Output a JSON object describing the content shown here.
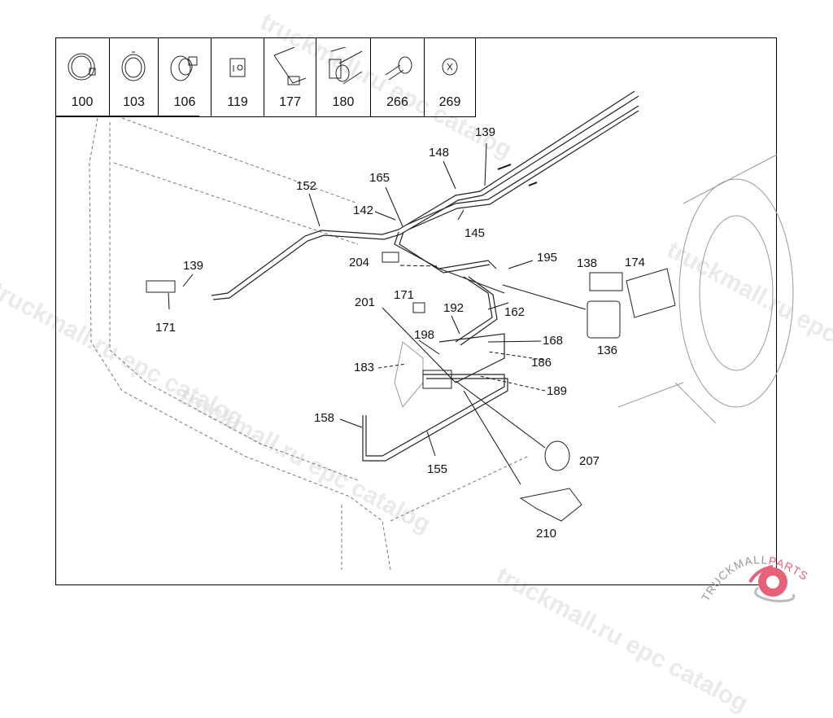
{
  "parts_strip": [
    {
      "number": "100",
      "icon": "hose-clamp-icon"
    },
    {
      "number": "103",
      "icon": "spring-clip-icon"
    },
    {
      "number": "106",
      "icon": "pipe-holder-icon"
    },
    {
      "number": "119",
      "icon": "clip-nut-icon"
    },
    {
      "number": "177",
      "icon": "cable-tie-icon"
    },
    {
      "number": "180",
      "icon": "bracket-clip-icon"
    },
    {
      "number": "266",
      "icon": "bolt-icon"
    },
    {
      "number": "269",
      "icon": "nut-icon"
    }
  ],
  "callouts": {
    "c139_top": "139",
    "c148": "148",
    "c152": "152",
    "c165": "165",
    "c142": "142",
    "c145": "145",
    "c139_left": "139",
    "c171_left": "171",
    "c204": "204",
    "c195": "195",
    "c138": "138",
    "c174": "174",
    "c171_mid": "171",
    "c201": "201",
    "c192": "192",
    "c162": "162",
    "c198": "198",
    "c168": "168",
    "c136": "136",
    "c183": "183",
    "c186": "186",
    "c189": "189",
    "c158": "158",
    "c155": "155",
    "c207": "207",
    "c210": "210"
  },
  "watermarks": {
    "w1": "truckmall.ru epc catalog",
    "w2": "truckmall.ru epc catalog",
    "w3": "truckmall.ru epc catalog",
    "w4": "truckmall.ru epc catalog",
    "w5": "truckmall.ru epc catalog"
  },
  "logo": {
    "text_left": "TRUCKMALL",
    "text_right": "PARTS",
    "accent_color": "#e8617a"
  }
}
